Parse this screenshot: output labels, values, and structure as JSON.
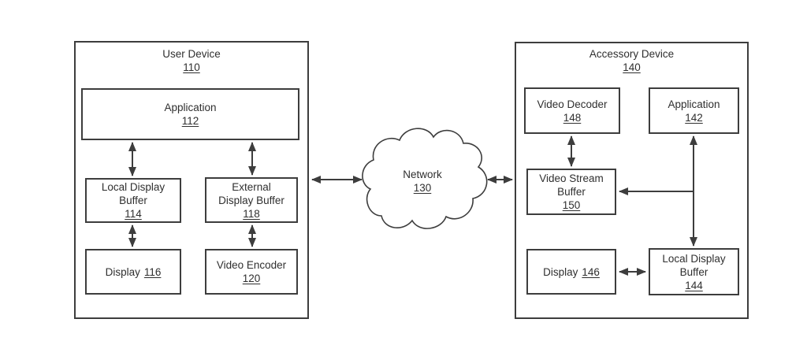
{
  "colors": {
    "line": "#3d3d3d",
    "text": "#2f2f2f",
    "background": "#ffffff"
  },
  "user_device": {
    "title": "User Device",
    "ref": "110",
    "application": {
      "title": "Application",
      "ref": "112"
    },
    "local_display_buffer": {
      "line1": "Local Display",
      "line2": "Buffer",
      "ref": "114"
    },
    "external_display_buffer": {
      "line1": "External",
      "line2": "Display Buffer",
      "ref": "118"
    },
    "display": {
      "title": "Display",
      "ref": "116"
    },
    "video_encoder": {
      "title": "Video Encoder",
      "ref": "120"
    }
  },
  "network": {
    "title": "Network",
    "ref": "130"
  },
  "accessory_device": {
    "title": "Accessory Device",
    "ref": "140",
    "video_decoder": {
      "title": "Video Decoder",
      "ref": "148"
    },
    "application": {
      "title": "Application",
      "ref": "142"
    },
    "video_stream_buffer": {
      "line1": "Video Stream",
      "line2": "Buffer",
      "ref": "150"
    },
    "display": {
      "title": "Display",
      "ref": "146"
    },
    "local_display_buffer": {
      "line1": "Local Display",
      "line2": "Buffer",
      "ref": "144"
    }
  }
}
